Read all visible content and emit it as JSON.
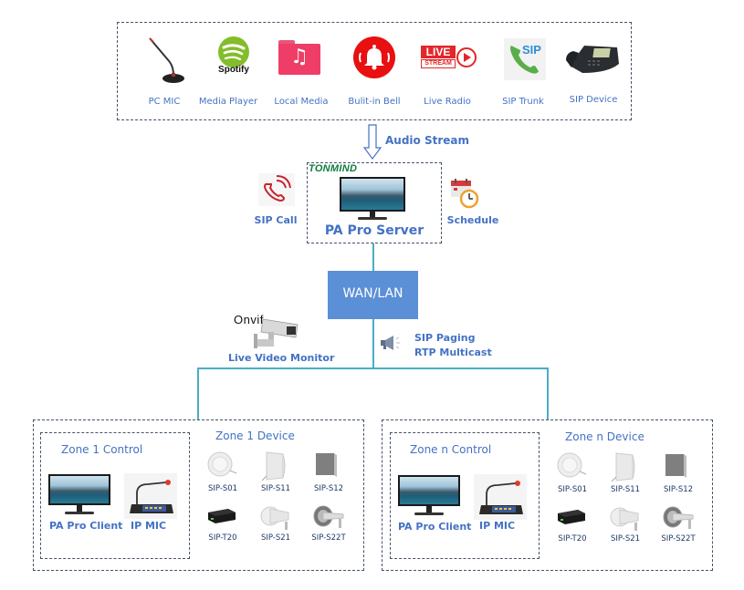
{
  "sources": {
    "items": [
      {
        "label": "PC MIC",
        "icon": "gooseneck-mic-icon"
      },
      {
        "label": "Media Player",
        "icon": "spotify-icon",
        "icon_text": "Spotify"
      },
      {
        "label": "Local Media",
        "icon": "music-folder-icon",
        "icon_text": "♫"
      },
      {
        "label": "Bulit-in Bell",
        "icon": "bell-icon"
      },
      {
        "label": "Live Radio",
        "icon": "live-stream-icon",
        "icon_text_1": "LIVE",
        "icon_text_2": "STREAM"
      },
      {
        "label": "SIP Trunk",
        "icon": "sip-phone-icon",
        "icon_text": "SIP"
      },
      {
        "label": "SIP Device",
        "icon": "ip-phone-icon"
      }
    ]
  },
  "audio_stream_label": "Audio Stream",
  "server": {
    "brand": "TONMIND",
    "title": "PA Pro Server",
    "sip_call_label": "SIP Call",
    "schedule_label": "Schedule"
  },
  "network": {
    "label": "WAN/LAN",
    "onvif_text": "Onvif",
    "video_monitor_label": "Live Video Monitor",
    "paging_label_1": "SIP Paging",
    "paging_label_2": "RTP Multicast"
  },
  "zones": [
    {
      "control_title": "Zone 1 Control",
      "client_label": "PA Pro Client",
      "mic_label": "IP MIC",
      "device_title": "Zone 1 Device",
      "devices": [
        "SIP-S01",
        "SIP-S11",
        "SIP-S12",
        "SIP-T20",
        "SIP-S21",
        "SIP-S22T"
      ]
    },
    {
      "control_title": "Zone n Control",
      "client_label": "PA Pro Client",
      "mic_label": "IP MIC",
      "device_title": "Zone n Device",
      "devices": [
        "SIP-S01",
        "SIP-S11",
        "SIP-S12",
        "SIP-T20",
        "SIP-S21",
        "SIP-S22T"
      ]
    }
  ],
  "colors": {
    "label_blue": "#4472c4",
    "connector": "#4bacc6",
    "network_box": "#5b8fd6",
    "dash_border": "#44546a",
    "brand_green": "#0e7a3a"
  }
}
